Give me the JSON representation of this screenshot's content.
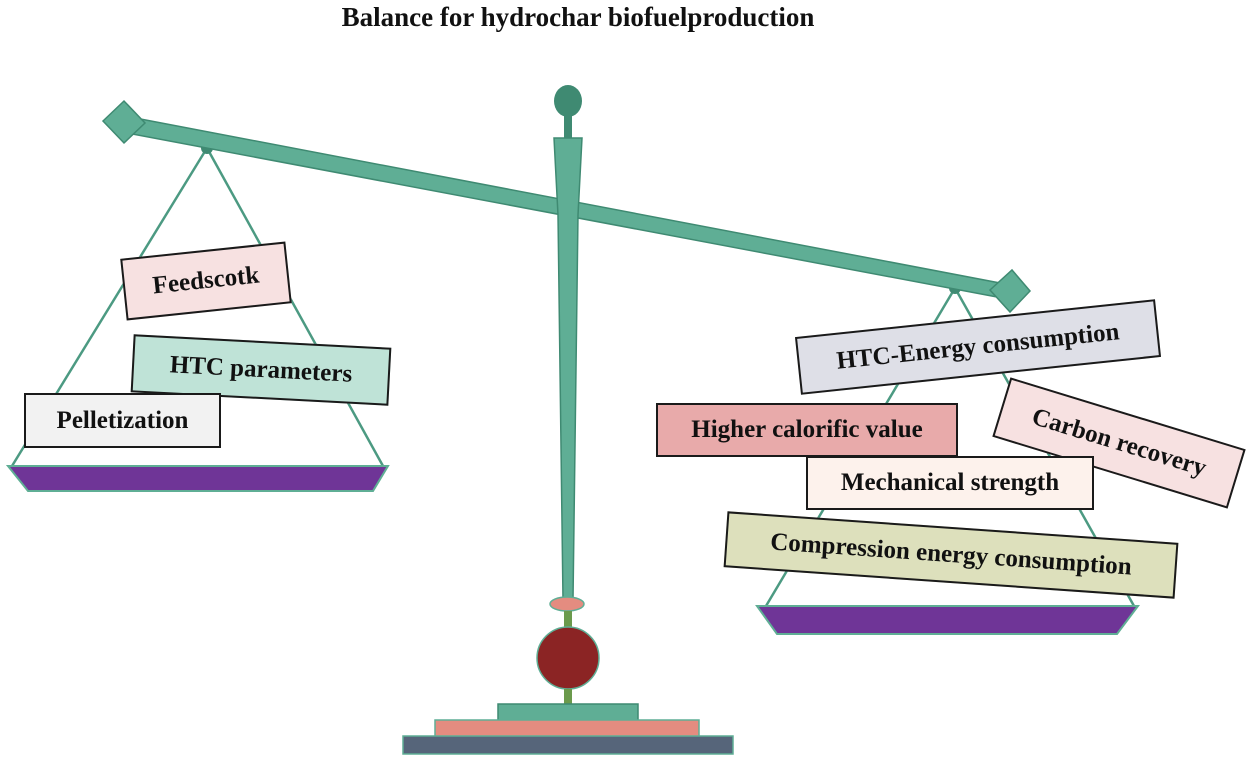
{
  "title": "Balance for hydrochar biofuelproduction",
  "left_pan": {
    "labels": [
      "Feedscotk",
      "HTC parameters",
      "Pelletization"
    ]
  },
  "right_pan": {
    "labels": [
      "HTC-Energy consumption",
      "Higher calorific value",
      "Carbon recovery",
      "Mechanical strength",
      "Compression energy consumption"
    ]
  },
  "colors": {
    "beam": "#5fae95",
    "pan": "#6f3597",
    "ball": "#8b2424",
    "label_pink": "#f7e1e1",
    "label_teal": "#bfe3d7",
    "label_grey": "#f2f2f2",
    "label_lavender": "#dedfe7",
    "label_rose": "#e8aaaa",
    "label_cream": "#fdf2ec",
    "label_olive": "#dde0bc"
  }
}
